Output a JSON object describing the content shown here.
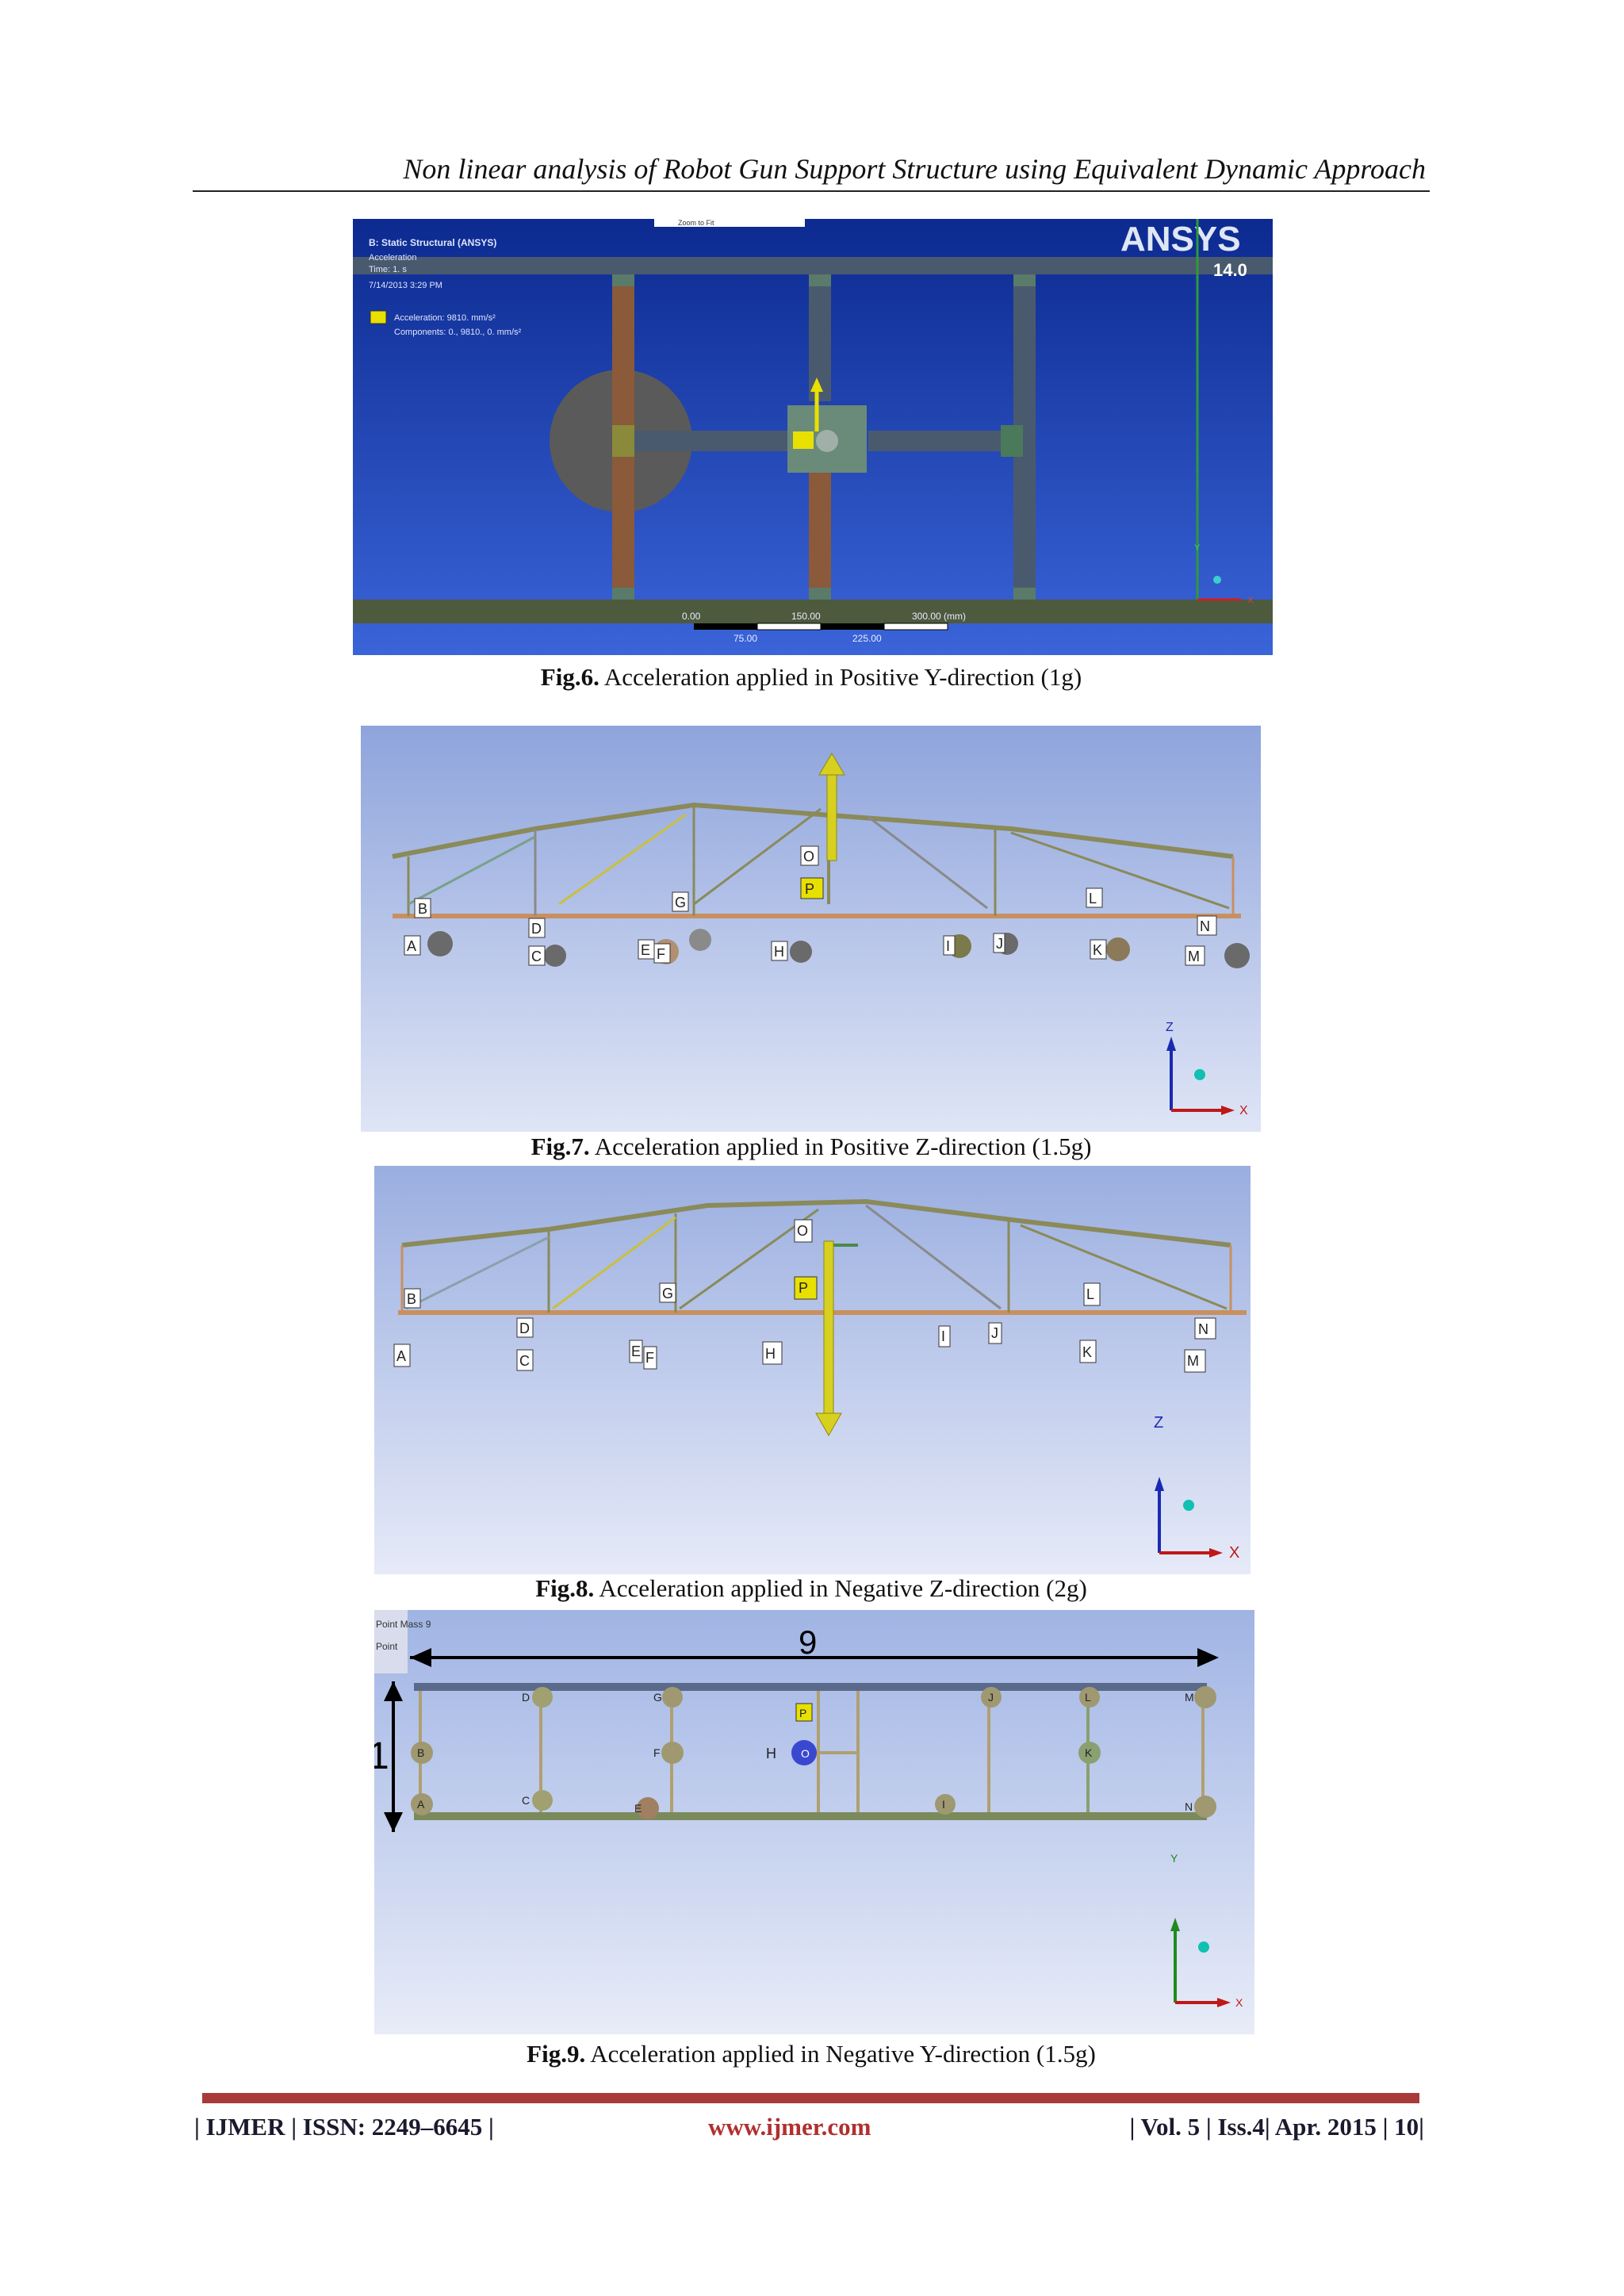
{
  "header": {
    "title": "Non linear analysis of Robot Gun Support Structure using Equivalent Dynamic Approach"
  },
  "fig6": {
    "caption_label": "Fig.6.",
    "caption_text": " Acceleration applied in Positive Y-direction (1g)",
    "toolbar_text": "Zoom to Fit",
    "info_title": "B: Static Structural (ANSYS)",
    "info_type": "Acceleration",
    "info_time": "Time: 1. s",
    "info_date": "7/14/2013 3:29 PM",
    "legend_accel": "Acceleration: 9810. mm/s²",
    "legend_components": "Components: 0., 9810., 0. mm/s²",
    "logo": "ANSYS",
    "version": "14.0",
    "scale_top": [
      "0.00",
      "150.00",
      "300.00 (mm)"
    ],
    "scale_bottom": [
      "75.00",
      "225.00"
    ],
    "axis_y": "Y",
    "axis_x": "X",
    "colors": {
      "background": "#0e2a8c",
      "structure": "#8a6a4a",
      "accent": "#e8e000"
    }
  },
  "fig7": {
    "caption_label": "Fig.7.",
    "caption_text": " Acceleration applied in Positive Z-direction (1.5g)",
    "points": [
      "A",
      "B",
      "C",
      "D",
      "E",
      "F",
      "G",
      "H",
      "I",
      "J",
      "K",
      "L",
      "M",
      "N",
      "O",
      "P"
    ],
    "axis_z": "Z",
    "axis_x": "X"
  },
  "fig8": {
    "caption_label": "Fig.8.",
    "caption_text": " Acceleration applied in Negative Z-direction (2g)",
    "points": [
      "A",
      "B",
      "C",
      "D",
      "E",
      "F",
      "G",
      "H",
      "I",
      "J",
      "K",
      "L",
      "M",
      "N",
      "O",
      "P"
    ],
    "axis_z": "Z",
    "axis_x": "X"
  },
  "fig9": {
    "caption_label": "Fig.9.",
    "caption_text": " Acceleration applied in Negative Y-direction (1.5g)",
    "tree_line1": "Point Mass 9",
    "tree_line2": "Point",
    "dim_width": "9",
    "dim_height": "1",
    "points": [
      "A",
      "B",
      "C",
      "D",
      "E",
      "F",
      "G",
      "H",
      "I",
      "J",
      "K",
      "L",
      "M",
      "N",
      "O",
      "P"
    ],
    "axis_y": "Y",
    "axis_x": "X"
  },
  "footer": {
    "left": "| IJMER | ISSN: 2249–6645 |",
    "center": "www.ijmer.com",
    "right": "| Vol. 5 | Iss.4| Apr. 2015 | 10|"
  }
}
